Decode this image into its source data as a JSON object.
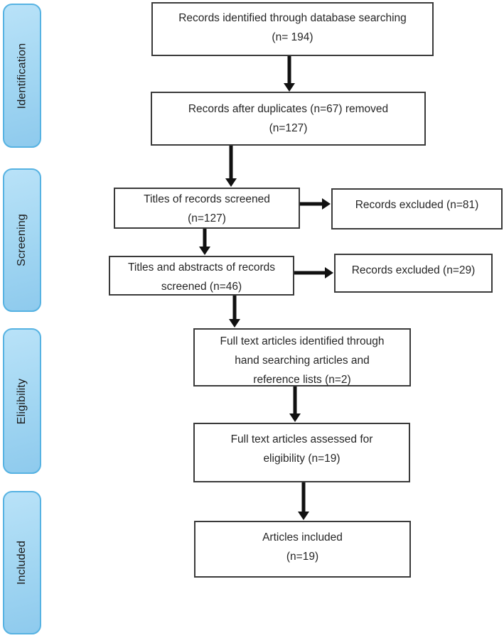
{
  "diagram": {
    "type": "prisma-flow-diagram",
    "stages": [
      {
        "id": "identification",
        "label": "Identification"
      },
      {
        "id": "screening",
        "label": "Screening"
      },
      {
        "id": "eligibility",
        "label": "Eligibility"
      },
      {
        "id": "included",
        "label": "Included"
      }
    ],
    "boxes": {
      "identified": {
        "lines": [
          "Records identified through database searching",
          "(n= 194)"
        ]
      },
      "after_duplicates": {
        "lines": [
          "Records after duplicates (n=67) removed",
          "(n=127)"
        ]
      },
      "titles_screened": {
        "lines": [
          "Titles of records screened",
          "(n=127)"
        ]
      },
      "excluded_titles": {
        "lines": [
          "Records excluded (n=81)"
        ]
      },
      "abstracts_screened": {
        "lines": [
          "Titles and abstracts of records",
          "screened (n=46)"
        ]
      },
      "excluded_abstracts": {
        "lines": [
          "Records excluded (n=29)"
        ]
      },
      "hand_search": {
        "lines": [
          "Full text articles identified through",
          "hand searching articles and",
          "reference lists (n=2)"
        ]
      },
      "assessed": {
        "lines": [
          "Full text articles assessed for",
          "eligibility (n=19)"
        ]
      },
      "included": {
        "lines": [
          "Articles included",
          "(n=19)"
        ]
      }
    },
    "colors": {
      "stage_fill_top": "#b9e2f8",
      "stage_fill_bottom": "#8ecaed",
      "stage_border": "#56b2e2",
      "box_border": "#3a3a3a",
      "box_fill": "#ffffff",
      "arrow": "#111111",
      "text": "#262626"
    }
  }
}
